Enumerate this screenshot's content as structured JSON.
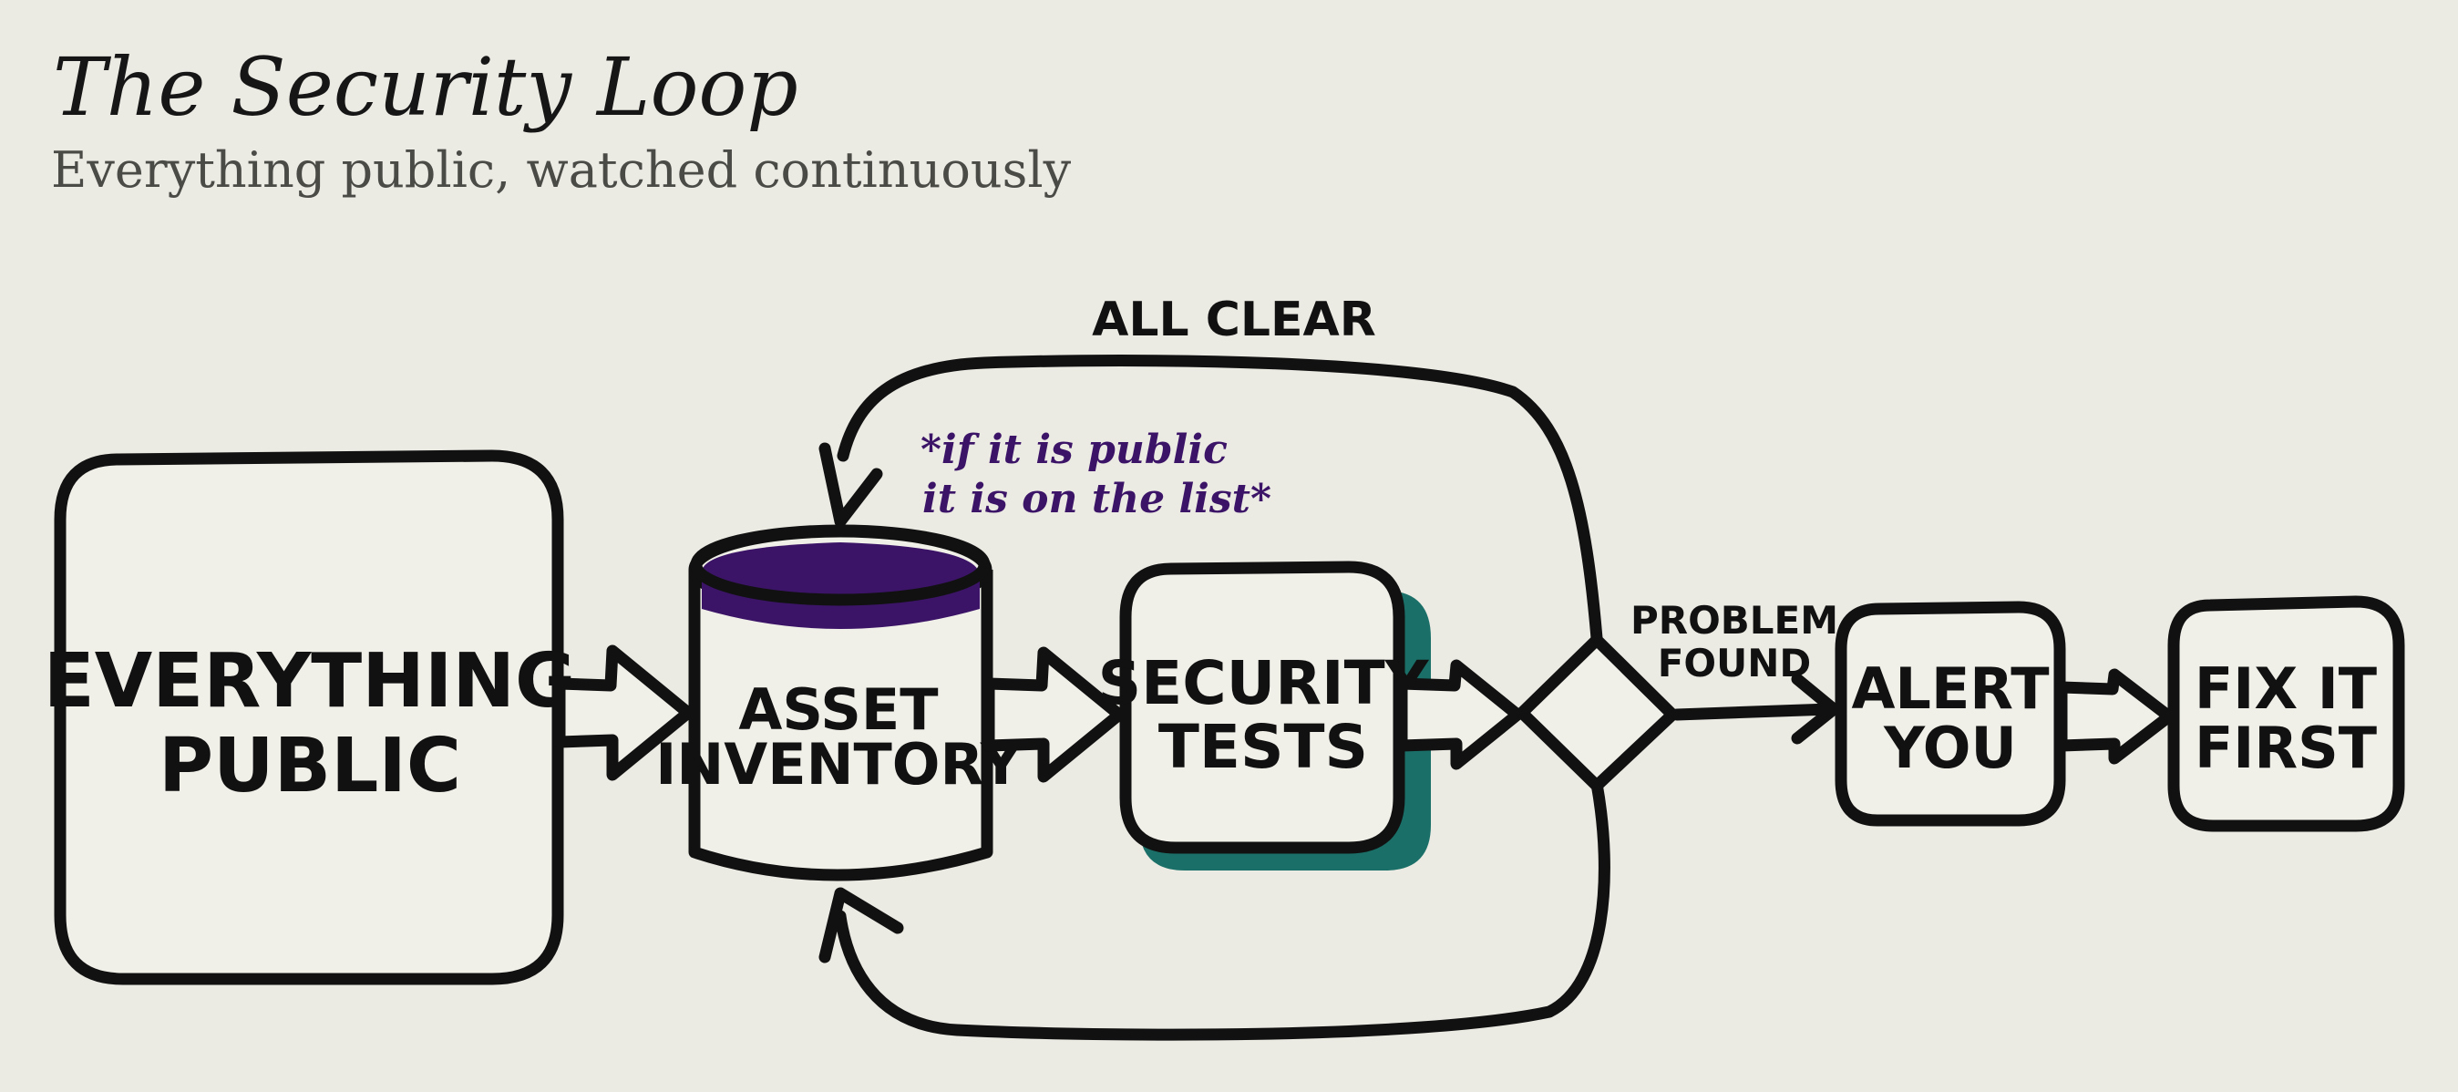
{
  "title": "The Security Loop",
  "subtitle": "Everything public, watched continuously",
  "nodes": {
    "everything_public": {
      "line1": "EVERYTHING",
      "line2": "PUBLIC"
    },
    "asset_inventory": {
      "line1": "ASSET",
      "line2": "INVENTORY"
    },
    "security_tests": {
      "line1": "SECURITY",
      "line2": "TESTS"
    },
    "alert_you": {
      "line1": "ALERT",
      "line2": "YOU"
    },
    "fix_it_first": {
      "line1": "FIX IT",
      "line2": "FIRST"
    }
  },
  "edges": {
    "all_clear": "ALL CLEAR",
    "problem_found": {
      "line1": "PROBLEM",
      "line2": "FOUND"
    }
  },
  "note": {
    "line1": "*if it is public",
    "line2": "it is on the list*"
  },
  "colors": {
    "background": "#ebeae3",
    "ink": "#111111",
    "inventory_top": "#3b1467",
    "tests_shadow": "#1a7068",
    "note_text": "#3b1467"
  }
}
